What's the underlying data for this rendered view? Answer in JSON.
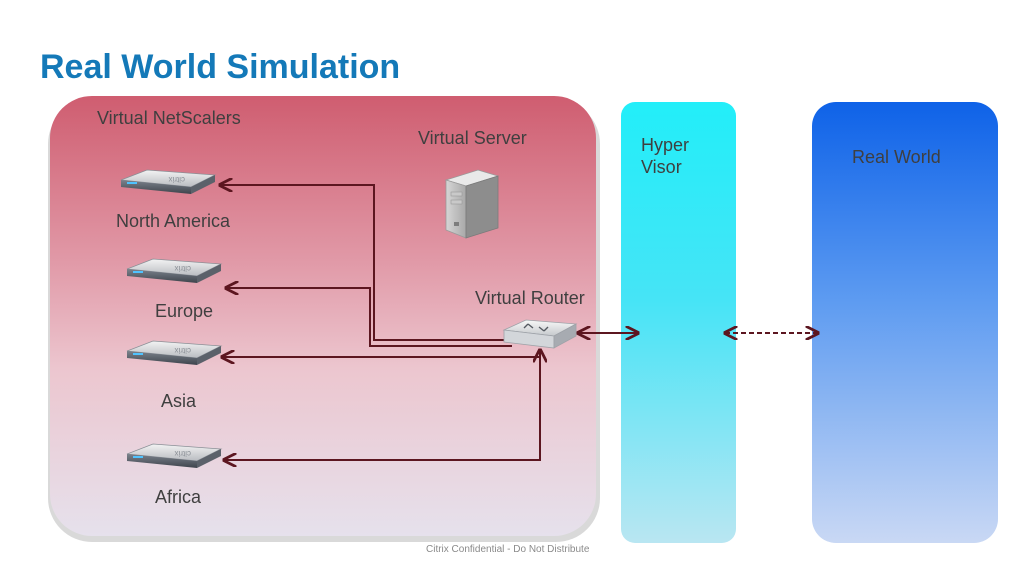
{
  "title": "Real World Simulation",
  "labels": {
    "virtual_netscalers": "Virtual NetScalers",
    "virtual_server": "Virtual Server",
    "virtual_router": "Virtual Router",
    "hyper_visor": "Hyper\nVisor",
    "real_world": "Real World"
  },
  "netscalers": [
    {
      "name": "North America",
      "brand": "citrix"
    },
    {
      "name": "Europe",
      "brand": "citrix"
    },
    {
      "name": "Asia",
      "brand": "citrix"
    },
    {
      "name": "Africa",
      "brand": "citrix"
    }
  ],
  "footer": "Citrix Confidential - Do Not Distribute",
  "colors": {
    "title": "#1479b8",
    "connector": "#5c1620",
    "hypervisor": "#22eef9",
    "real_world": "#0e62e8"
  }
}
